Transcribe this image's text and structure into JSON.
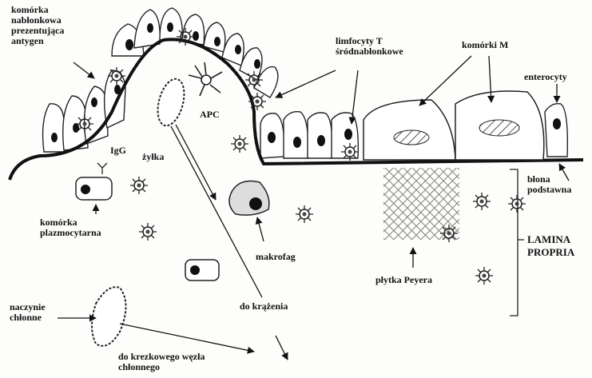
{
  "labels": {
    "epithelial_apc": "komórka\nnabłonkowa\nprezentująca\nantygen",
    "igg": "IgG",
    "venule": "żyłka",
    "apc": "APC",
    "iel": "limfocyty T\nśródnabłonkowe",
    "m_cells": "komórki M",
    "enterocytes": "enterocyty",
    "basement_membrane": "błona\npodstawna",
    "plasma_cell": "komórka\nplazmocytarna",
    "macrophage": "makrofag",
    "lamina_propria": "LAMINA\nPROPRIA",
    "peyer_patch": "płytka Peyera",
    "circulation": "do krążenia",
    "lymph_vessel": "naczynie\nchłonne",
    "mesenteric_node": "do krezkowego węzła\nchłonnego"
  }
}
